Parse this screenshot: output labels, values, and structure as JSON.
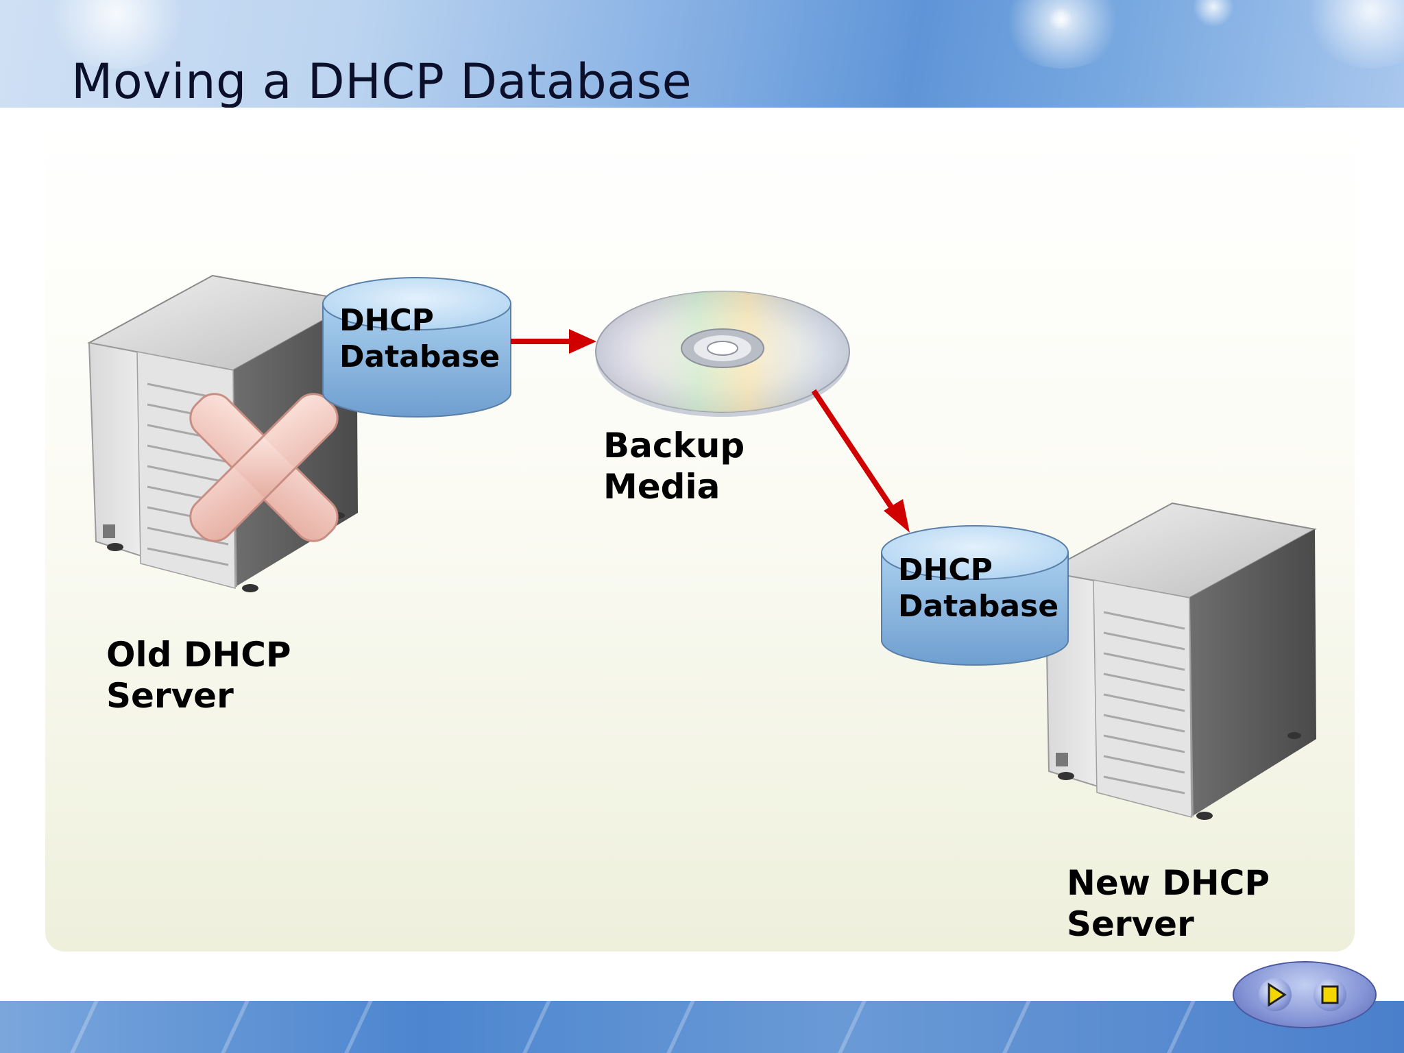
{
  "slide": {
    "title": "Moving a DHCP Database"
  },
  "diagram": {
    "old_server": {
      "label_line1": "Old DHCP",
      "label_line2": "Server"
    },
    "old_db": {
      "label_line1": "DHCP",
      "label_line2": "Database"
    },
    "backup": {
      "label_line1": "Backup",
      "label_line2": "Media"
    },
    "new_db": {
      "label_line1": "DHCP",
      "label_line2": "Database"
    },
    "new_server": {
      "label_line1": "New DHCP",
      "label_line2": "Server"
    },
    "arrow_color": "#d00000",
    "database_color": "#a9cfee",
    "failure_mark_color": "#efc4bb"
  },
  "nav": {
    "play_icon": "play-icon",
    "stop_icon": "stop-icon"
  }
}
